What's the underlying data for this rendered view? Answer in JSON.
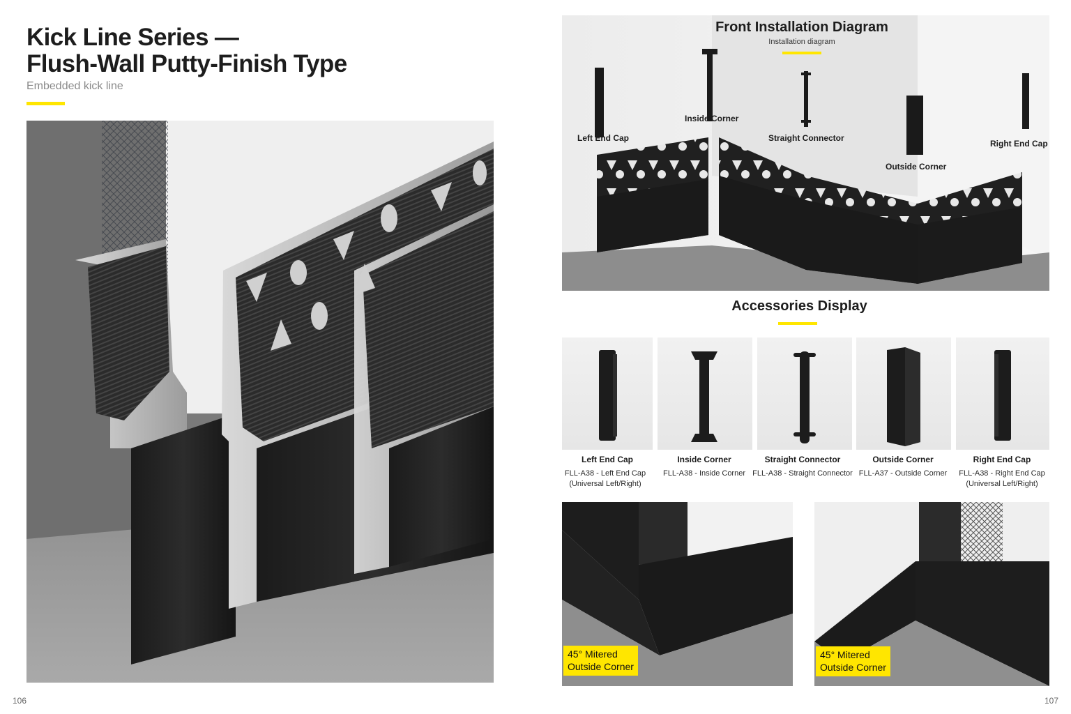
{
  "page": {
    "title_line1": "Kick Line Series —",
    "title_line2": "Flush-Wall Putty-Finish Type",
    "subtitle": "Embedded kick line",
    "accent_color": "#ffe600",
    "page_left": "106",
    "page_right": "107"
  },
  "installation": {
    "title": "Front Installation Diagram",
    "subtitle": "Installation diagram",
    "labels": {
      "left_end_cap": "Left End Cap",
      "inside_corner": "Inside Corner",
      "straight_connector": "Straight Connector",
      "outside_corner": "Outside Corner",
      "right_end_cap": "Right End Cap"
    }
  },
  "accessories": {
    "title": "Accessories Display",
    "items": [
      {
        "name": "Left End Cap",
        "model_line1": "FLL-A38 - Left End Cap",
        "model_line2": "(Universal Left/Right)",
        "icon": "end-cap-icon"
      },
      {
        "name": "Inside Corner",
        "model_line1": "FLL-A38 - Inside Corner",
        "model_line2": "",
        "icon": "inside-corner-icon"
      },
      {
        "name": "Straight Connector",
        "model_line1": "FLL-A38 - Straight Connector",
        "model_line2": "",
        "icon": "straight-connector-icon"
      },
      {
        "name": "Outside Corner",
        "model_line1": "FLL-A37 - Outside Corner",
        "model_line2": "",
        "icon": "outside-corner-icon"
      },
      {
        "name": "Right End Cap",
        "model_line1": "FLL-A38 - Right End Cap",
        "model_line2": "(Universal Left/Right)",
        "icon": "end-cap-icon"
      }
    ]
  },
  "corner_photos": [
    {
      "line1": "45° Mitered",
      "line2": "Outside Corner"
    },
    {
      "line1": "45° Mitered",
      "line2": "Outside Corner"
    }
  ]
}
